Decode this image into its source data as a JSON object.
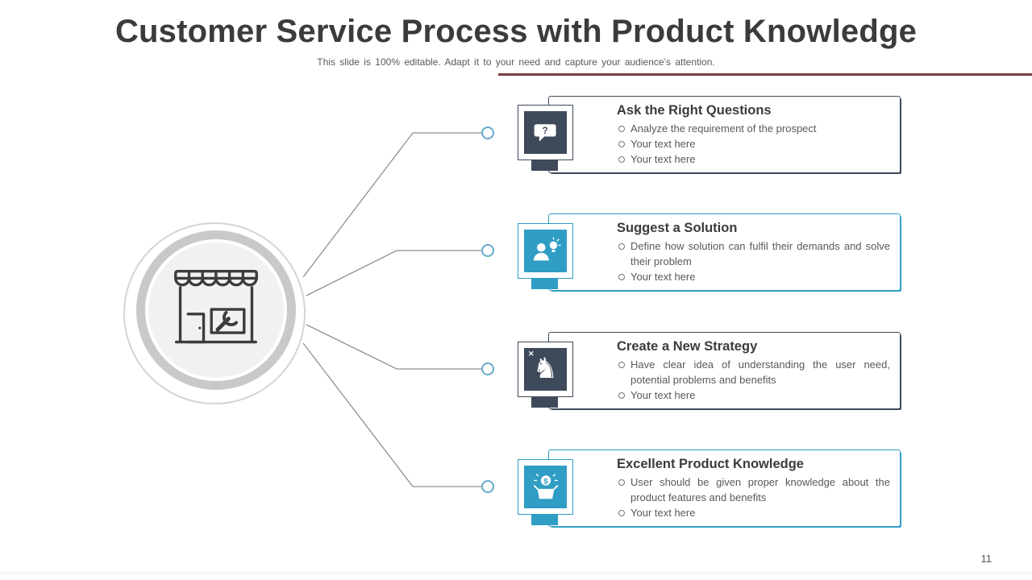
{
  "slide": {
    "title": "Customer Service Process with Product Knowledge",
    "subtitle": "This slide is 100% editable. Adapt it to your need and capture your audience’s attention.",
    "page_number": "11"
  },
  "colors": {
    "dark": "#3e4a5a",
    "teal": "#2f9dc4",
    "maroon": "#7e3e3e",
    "heading": "#3b3b3b",
    "body_text": "#595959",
    "connector": "#8f8f8f",
    "node": "#64aac8",
    "ring": "#c9c9c9",
    "ring_light": "#d4d4d4",
    "ring_fill": "#f1f1f1",
    "store_stroke": "#3c3c3c"
  },
  "hub": {
    "icon": "service-store-icon"
  },
  "steps": [
    {
      "heading": "Ask the Right Questions",
      "icon": "chat-question-icon",
      "accent": "dark",
      "icon_glyph": "?",
      "bullets": [
        "Analyze the requirement of the prospect",
        "Your text here",
        "Your text here"
      ]
    },
    {
      "heading": "Suggest a Solution",
      "icon": "person-idea-bulb-icon",
      "accent": "teal",
      "bullets": [
        "Define how solution can fulfil their demands and solve their problem",
        "Your text here"
      ]
    },
    {
      "heading": "Create a New Strategy",
      "icon": "chess-knight-strategy-icon",
      "accent": "dark",
      "icon_glyph": "♞",
      "icon_mark": "✕",
      "bullets": [
        "Have clear idea of understanding the user need, potential problems and benefits",
        "Your text here"
      ]
    },
    {
      "heading": "Excellent Product Knowledge",
      "icon": "gift-box-dollar-icon",
      "accent": "teal",
      "icon_glyph": "$",
      "bullets": [
        "User should be given proper knowledge about the product features and benefits",
        "Your text here"
      ]
    }
  ]
}
